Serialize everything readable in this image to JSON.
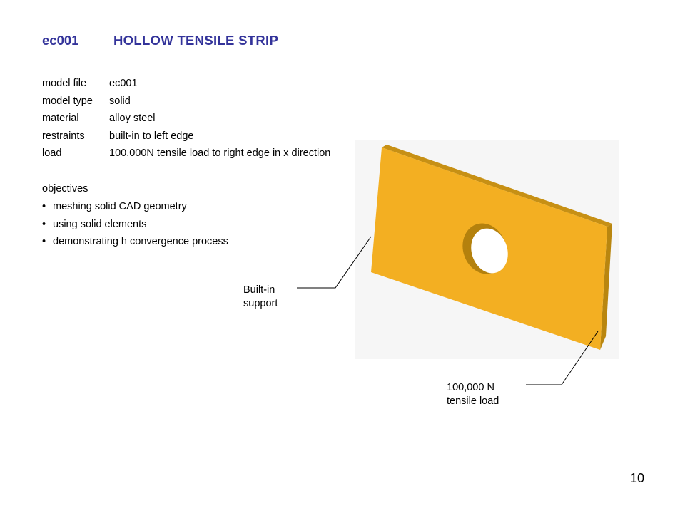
{
  "title": {
    "code": "ec001",
    "name": "HOLLOW TENSILE STRIP"
  },
  "properties": [
    {
      "label": "model file",
      "value": "ec001"
    },
    {
      "label": "model type",
      "value": "solid"
    },
    {
      "label": "material",
      "value": "alloy steel"
    },
    {
      "label": "restraints",
      "value": "built-in to left edge"
    },
    {
      "label": "load",
      "value": "100,000N tensile load to right edge in x direction"
    }
  ],
  "objectives": {
    "heading": "objectives",
    "bullet": "•",
    "items": [
      "meshing solid CAD geometry",
      "using solid elements",
      "demonstrating h convergence process"
    ]
  },
  "figure": {
    "colors": {
      "front_face": "#f3af22",
      "top_face": "#c79014",
      "side_face": "#b9860f",
      "hole_wall": "#b4810d",
      "hole_inner": "#ffffff",
      "background_panel": "#f6f6f6",
      "leader_line": "#000000"
    },
    "callout_support": {
      "line1": "Built-in",
      "line2": "support"
    },
    "callout_load": {
      "line1": "100,000 N",
      "line2": "tensile load"
    }
  },
  "page_number": "10"
}
